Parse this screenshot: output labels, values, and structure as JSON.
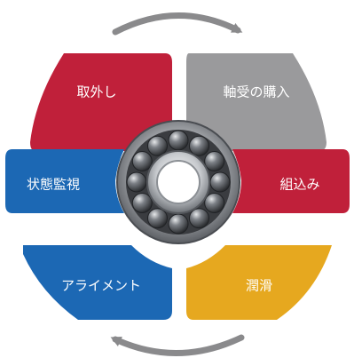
{
  "diagram": {
    "segments": [
      {
        "id": "removal",
        "label": "取外し",
        "color": "#c0203a"
      },
      {
        "id": "purchase",
        "label": "軸受の購入",
        "color": "#9a9a9c"
      },
      {
        "id": "assembly",
        "label": "組込み",
        "color": "#c0203a"
      },
      {
        "id": "lubrication",
        "label": "潤滑",
        "color": "#e6a81f"
      },
      {
        "id": "alignment",
        "label": "アライメント",
        "color": "#1c68b4"
      },
      {
        "id": "monitoring",
        "label": "状態監視",
        "color": "#1c68b4"
      }
    ],
    "center_icon": "ball-bearing-icon",
    "cycle_arrows": [
      "clockwise-arrow-top",
      "clockwise-arrow-bottom"
    ],
    "arrow_color": "#8a8a8c"
  }
}
